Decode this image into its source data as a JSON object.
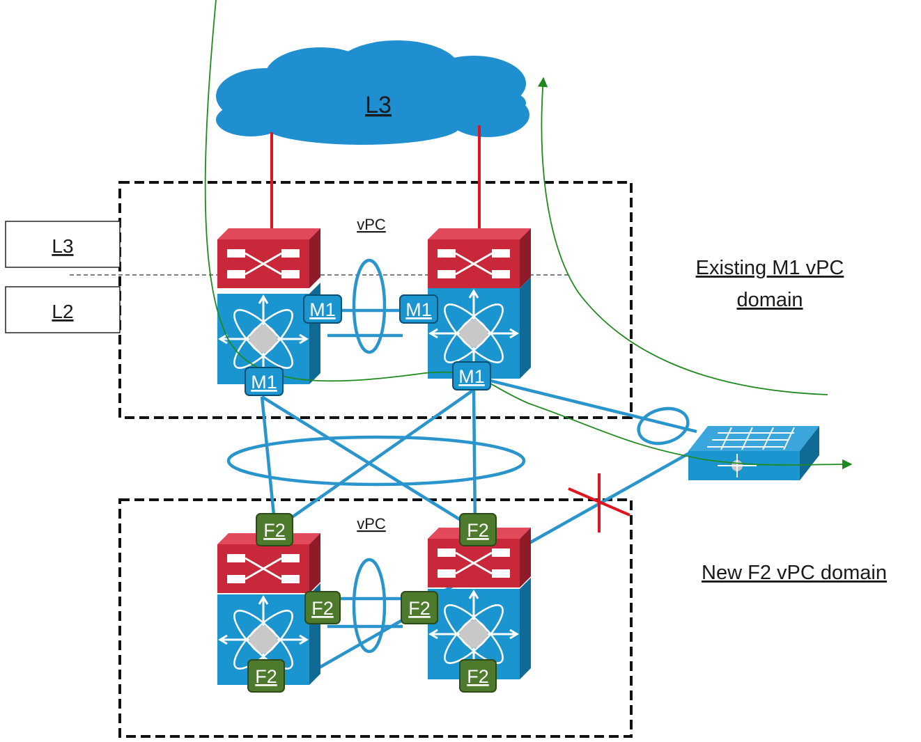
{
  "cloud": {
    "label": "L3"
  },
  "layers": {
    "l3_label": "L3",
    "l2_label": "L2"
  },
  "domains": {
    "top": {
      "vpc_label": "vPC",
      "side_label_line1": "Existing M1 vPC",
      "side_label_line2": "domain"
    },
    "bottom": {
      "vpc_label": "vPC",
      "side_label": "New F2 vPC domain"
    }
  },
  "ports": {
    "top_peer_left": "M1",
    "top_peer_right": "M1",
    "top_down_left": "M1",
    "top_down_right": "M1",
    "bot_up_left": "F2",
    "bot_up_right": "F2",
    "bot_peer_left": "F2",
    "bot_peer_right": "F2",
    "bot_down_left": "F2",
    "bot_down_right": "F2"
  },
  "colors": {
    "cloud": "#1f8fd0",
    "switch_red": "#c8283a",
    "switch_blue": "#1b95cf",
    "link_blue": "#2a94cc",
    "link_red": "#e0141e",
    "flow_green": "#1e8a1e",
    "port_m1": "#1b95cf",
    "port_f2": "#4e7a2e"
  }
}
